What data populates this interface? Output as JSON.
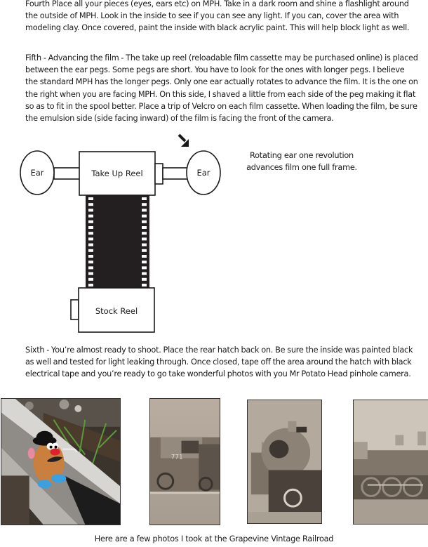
{
  "steps": {
    "fourth": "Fourth    Place all your pieces (eyes, ears etc) on MPH. Take in a dark room and shine a flashlight around the outside of MPH. Look in the inside to see if you can see any light. If you can, cover the area with modeling clay. Once covered, paint the inside with black acrylic paint.  This will help block light as well.",
    "fifth": "Fifth - Advancing the film - The take up reel (reloadable film cassette may be purchased online) is placed between the ear pegs. Some pegs are short. You have to look for the ones with longer pegs. I believe the standard MPH has the longer pegs. Only one ear actually rotates to advance the film. It is the one on the right when you are facing MPH. On this side, I shaved a little from each side of the peg making it flat so as to fit in the spool better.  Place a trip of  Velcro on each film cassette. When loading the film, be sure the emulsion side (side facing inward) of the film is facing the front of the camera.",
    "sixth": "Sixth - You’re almost ready to shoot. Place the rear hatch back on. Be sure the inside was painted black as well and tested for light leaking through. Once closed, tape off the area around the hatch with black electrical tape and you’re ready to go take wonderful photos with you Mr Potato Head pinhole camera."
  },
  "diagram": {
    "left_ear_label": "Ear",
    "right_ear_label": "Ear",
    "take_up_reel_label": "Take Up Reel",
    "stock_reel_label": "Stock Reel",
    "arrow_icon": "arrow-down-right",
    "note_line1": "Rotating ear one revolution",
    "note_line2": "advances film one full frame."
  },
  "photos": [
    {
      "name": "mr-potato-head-on-rail",
      "tone": "color"
    },
    {
      "name": "locomotive-771-cab",
      "tone": "sepia"
    },
    {
      "name": "locomotive-front",
      "tone": "sepia"
    },
    {
      "name": "locomotive-side-wheels",
      "tone": "sepia"
    }
  ],
  "caption": "Here are a few photos I took at the Grapevine Vintage Railroad"
}
